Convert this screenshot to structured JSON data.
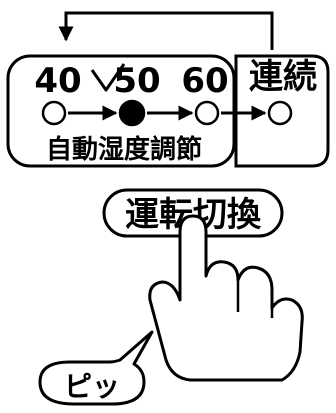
{
  "panel": {
    "humidity_values": [
      "40",
      "50",
      "60"
    ],
    "continuous_label": "連続",
    "auto_humidity_label": "自動湿度調節",
    "selected_humidity": "50"
  },
  "button": {
    "label": "運転切換"
  },
  "sound": {
    "label": "ピッ"
  }
}
